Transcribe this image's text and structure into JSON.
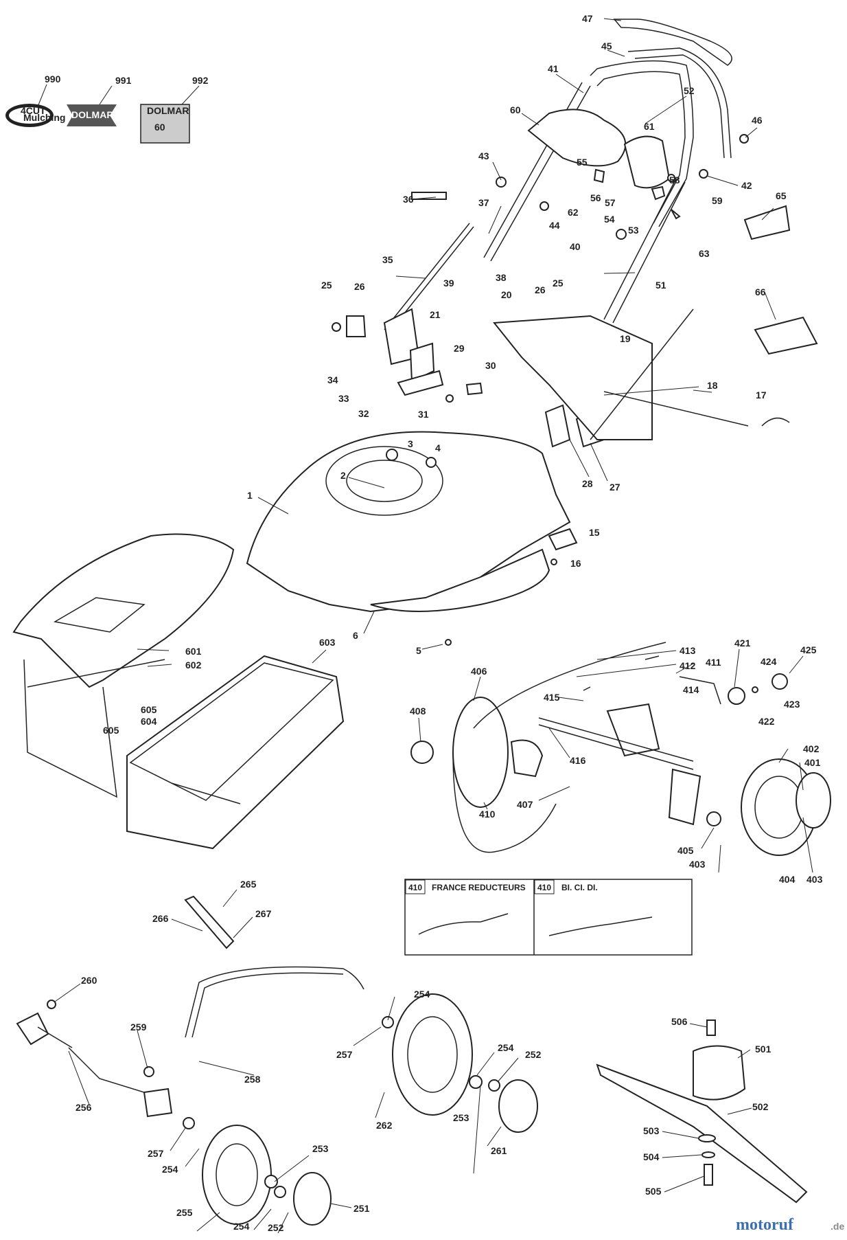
{
  "callouts": {
    "p990": "990",
    "p991": "991",
    "p992": "992",
    "p47": "47",
    "p45": "45",
    "p41": "41",
    "p52": "52",
    "p60": "60",
    "p61": "61",
    "p46": "46",
    "p43": "43",
    "p55": "55",
    "p56": "56",
    "p57": "57",
    "p58": "58",
    "p42": "42",
    "p59": "59",
    "p62": "62",
    "p54": "54",
    "p53": "53",
    "p65": "65",
    "p36": "36",
    "p37": "37",
    "p44": "44",
    "p63": "63",
    "p40": "40",
    "p35": "35",
    "p39": "39",
    "p38": "38",
    "p26a": "26",
    "p25a": "25",
    "p51": "51",
    "p25b": "25",
    "p26b": "26",
    "p20": "20",
    "p66": "66",
    "p21": "21",
    "p19": "19",
    "p29": "29",
    "p30": "30",
    "p18": "18",
    "p34": "34",
    "p33": "33",
    "p17": "17",
    "p32": "32",
    "p31": "31",
    "p3": "3",
    "p4": "4",
    "p2": "2",
    "p28": "28",
    "p27": "27",
    "p1": "1",
    "p15": "15",
    "p16": "16",
    "p6": "6",
    "p5": "5",
    "p601": "601",
    "p603": "603",
    "p602": "602",
    "p605": "605",
    "p604": "604",
    "p413": "413",
    "p412": "412",
    "p411": "411",
    "p421": "421",
    "p424": "424",
    "p425": "425",
    "p406": "406",
    "p415": "415",
    "p414": "414",
    "p423": "423",
    "p408": "408",
    "p422": "422",
    "p402": "402",
    "p416": "416",
    "p401": "401",
    "p407": "407",
    "p410": "410",
    "p405": "405",
    "p403a": "403",
    "p404": "404",
    "p403b": "403",
    "p265": "265",
    "p266": "266",
    "p267": "267",
    "p260": "260",
    "p254a": "254",
    "p259": "259",
    "p257a": "257",
    "p254b": "254",
    "p252a": "252",
    "p258": "258",
    "p256": "256",
    "p253a": "253",
    "p262": "262",
    "p261": "261",
    "p257b": "257",
    "p254c": "254",
    "p253b": "253",
    "p255": "255",
    "p254d": "254",
    "p252b": "252",
    "p251": "251",
    "p506": "506",
    "p501": "501",
    "p502": "502",
    "p503": "503",
    "p504": "504",
    "p505": "505"
  },
  "decals": {
    "cut_line1": "4CUT",
    "cut_line2": "Mulching",
    "brand": "DOLMAR",
    "size": "60"
  },
  "inset": {
    "left_num": "410",
    "left_title": "FRANCE REDUCTEURS",
    "right_num": "410",
    "right_title": "BI. CI. DI."
  },
  "watermark": {
    "name": "motoruf",
    "tld": ".de"
  },
  "colors": {
    "ink": "#222222",
    "fill": "#ffffff",
    "watermark_blue": "#3a6fb0",
    "watermark_gray": "#888888"
  }
}
